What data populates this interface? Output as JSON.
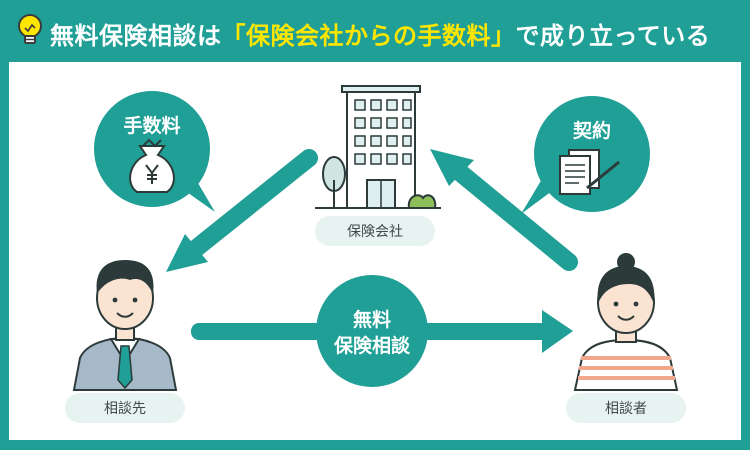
{
  "header": {
    "title_pre": "無料保険相談は",
    "title_highlight": "「保険会社からの手数料」",
    "title_post": "で成り立っている",
    "icon": "lightbulb-icon"
  },
  "nodes": {
    "insurance_company": "保険会社",
    "consultant": "相談先",
    "client": "相談者"
  },
  "bubbles": {
    "fee": "手数料",
    "contract": "契約",
    "free_line1": "無料",
    "free_line2": "保険相談"
  },
  "icons": {
    "money_bag": "money-bag-icon",
    "contract_docs": "contract-document-icon",
    "building": "office-building-icon"
  },
  "colors": {
    "teal": "#1f9f96",
    "highlight": "#ffe600",
    "pill": "#e6f3f1"
  }
}
